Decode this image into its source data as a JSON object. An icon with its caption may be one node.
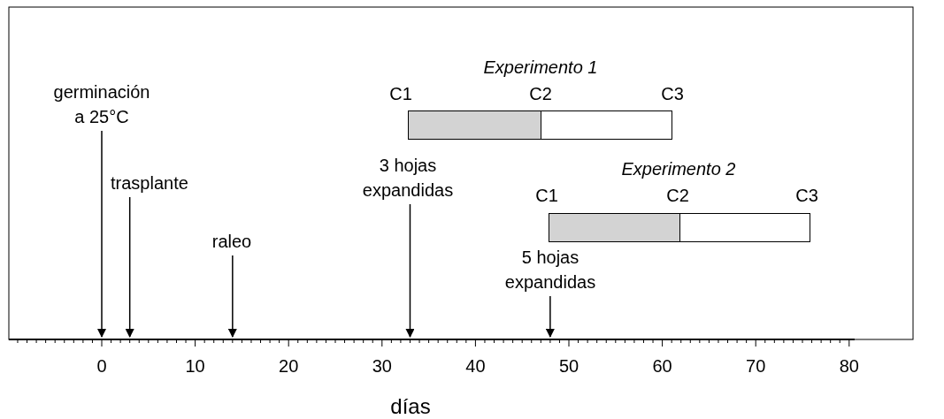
{
  "diagram": {
    "nodes": [
      {
        "text": [
          "germinación a 25°C"
        ]
      },
      {
        "text": [
          "trasplante"
        ]
      },
      {
        "text": [
          "raleo"
        ]
      },
      {
        "text": [
          "3 hojas expandidas"
        ]
      },
      {
        "text": [
          "5 hojas expandidas"
        ]
      },
      {
        "text": [],
        "shape": "bar"
      },
      {
        "text": [],
        "shape": "bar"
      },
      {
        "text": [],
        "shape": "bar"
      },
      {
        "text": [],
        "shape": "bar"
      }
    ],
    "edges": [
      {
        "from": 0,
        "to": null,
        "arrow": "to"
      },
      {
        "from": 1,
        "to": null,
        "arrow": "to"
      },
      {
        "from": 2,
        "to": null,
        "arrow": "to"
      },
      {
        "from": 3,
        "to": null,
        "arrow": "to"
      },
      {
        "from": 4,
        "to": null,
        "arrow": "to"
      }
    ],
    "labels": [
      "Experimento 1",
      "C1",
      "C2",
      "C3",
      "Experimento 2",
      "C1",
      "C2",
      "C3",
      "0",
      "10",
      "20",
      "30",
      "40",
      "50",
      "60",
      "70",
      "80",
      "días"
    ]
  }
}
